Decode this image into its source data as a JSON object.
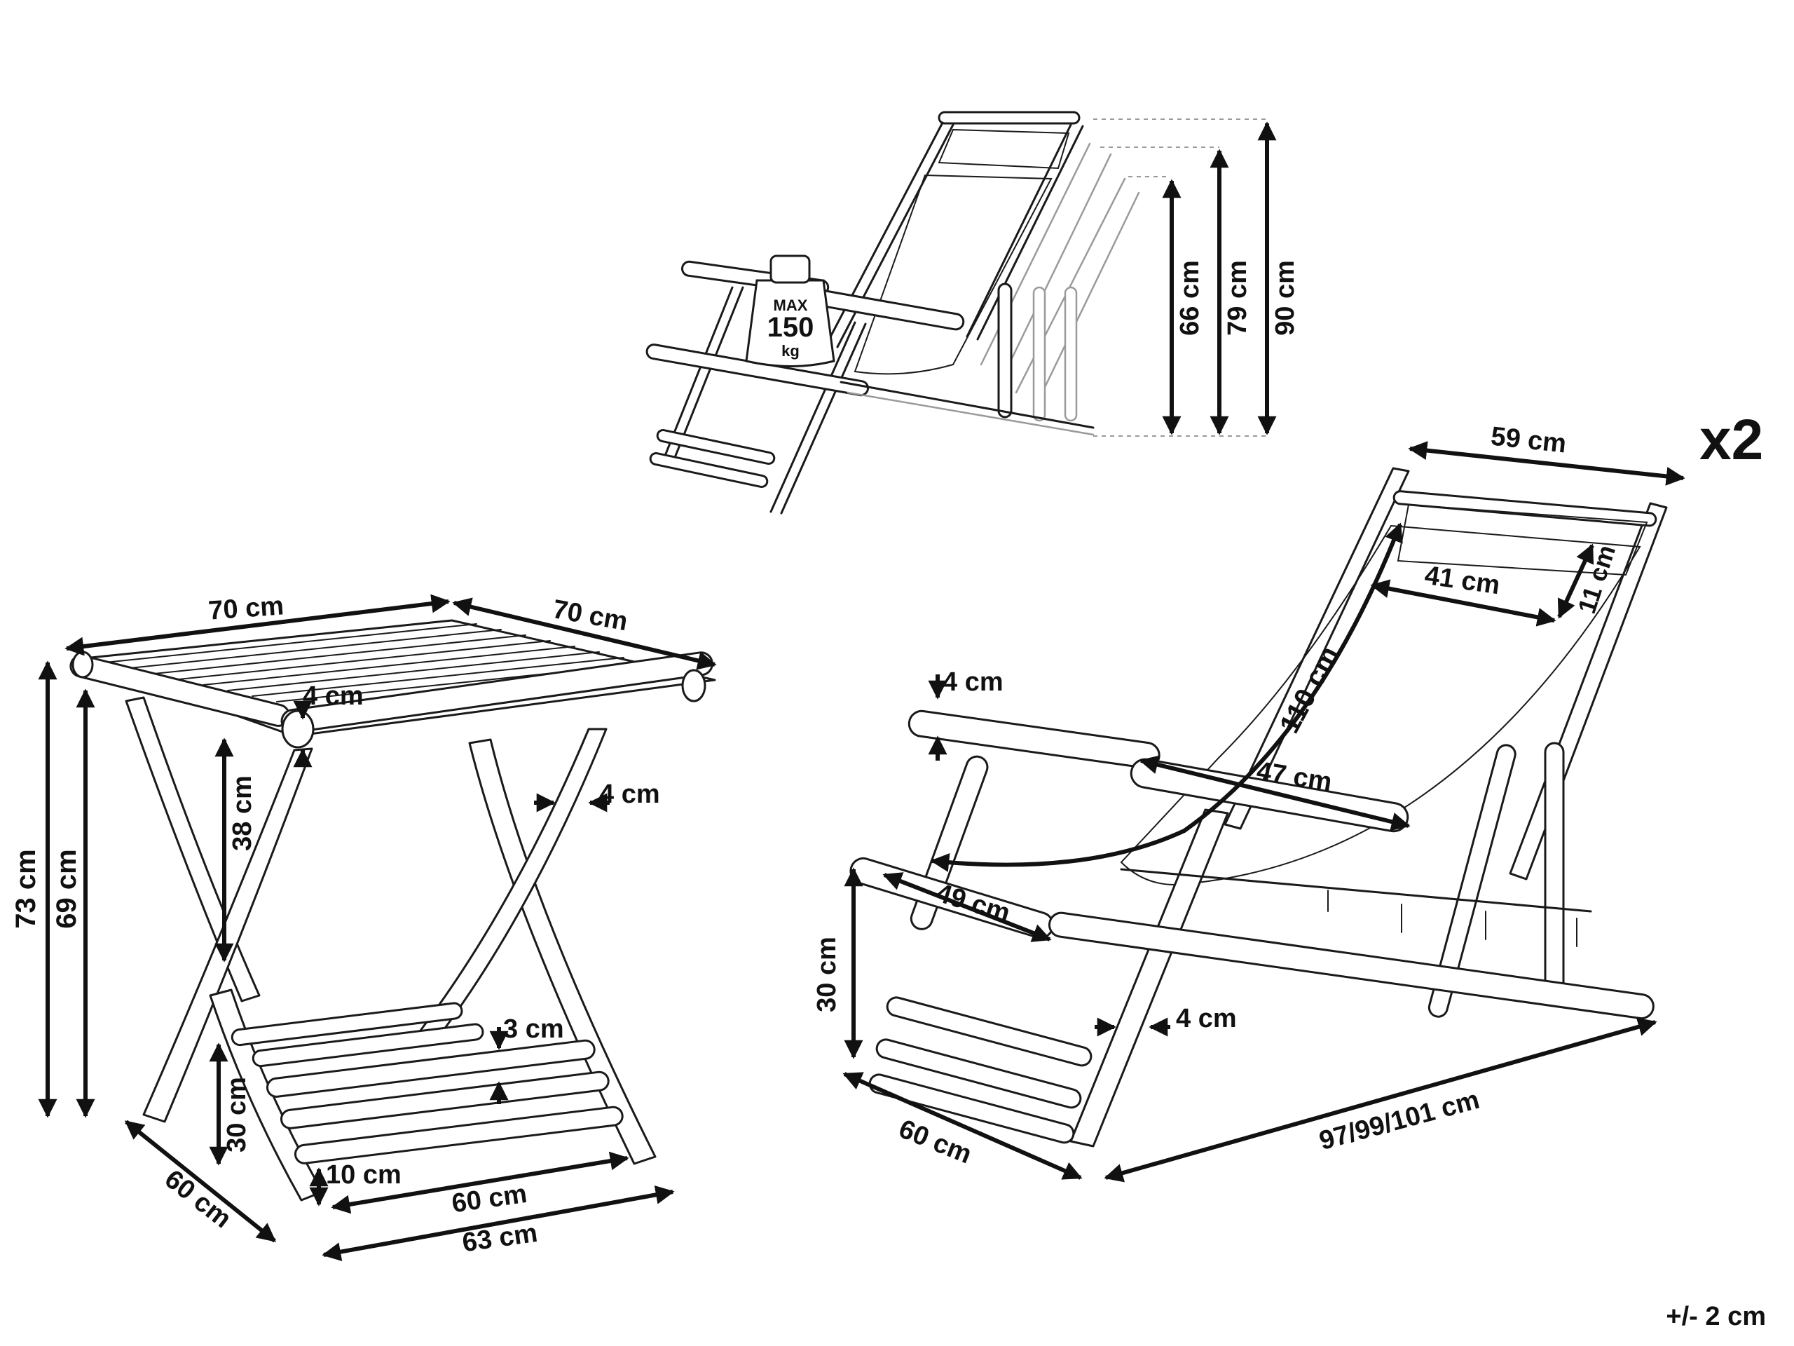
{
  "quantity": "x2",
  "tolerance": "+/- 2 cm",
  "weight_badge": {
    "max": "MAX",
    "value": "150",
    "unit": "kg"
  },
  "reclined_chair": {
    "heights": [
      "66 cm",
      "79 cm",
      "90 cm"
    ]
  },
  "table": {
    "top_width": "70 cm",
    "top_depth": "70 cm",
    "top_thickness": "4 cm",
    "apron_to_shelf": "38 cm",
    "leg_diameter": "4 cm",
    "total_height": "73 cm",
    "top_height": "69 cm",
    "shelf_thickness": "3 cm",
    "shelf_height": "30 cm",
    "foot_height": "10 cm",
    "shelf_width": "60 cm",
    "base_width": "63 cm",
    "base_depth": "60 cm"
  },
  "chair": {
    "top_width": "59 cm",
    "headrest_width": "41 cm",
    "headrest_height": "11 cm",
    "armrest_thickness": "4 cm",
    "sling_length": "110 cm",
    "arm_length": "47 cm",
    "seat_depth": "49 cm",
    "seat_height": "30 cm",
    "leg_diameter": "4 cm",
    "depth": "60 cm",
    "length_options": "97/99/101 cm"
  }
}
